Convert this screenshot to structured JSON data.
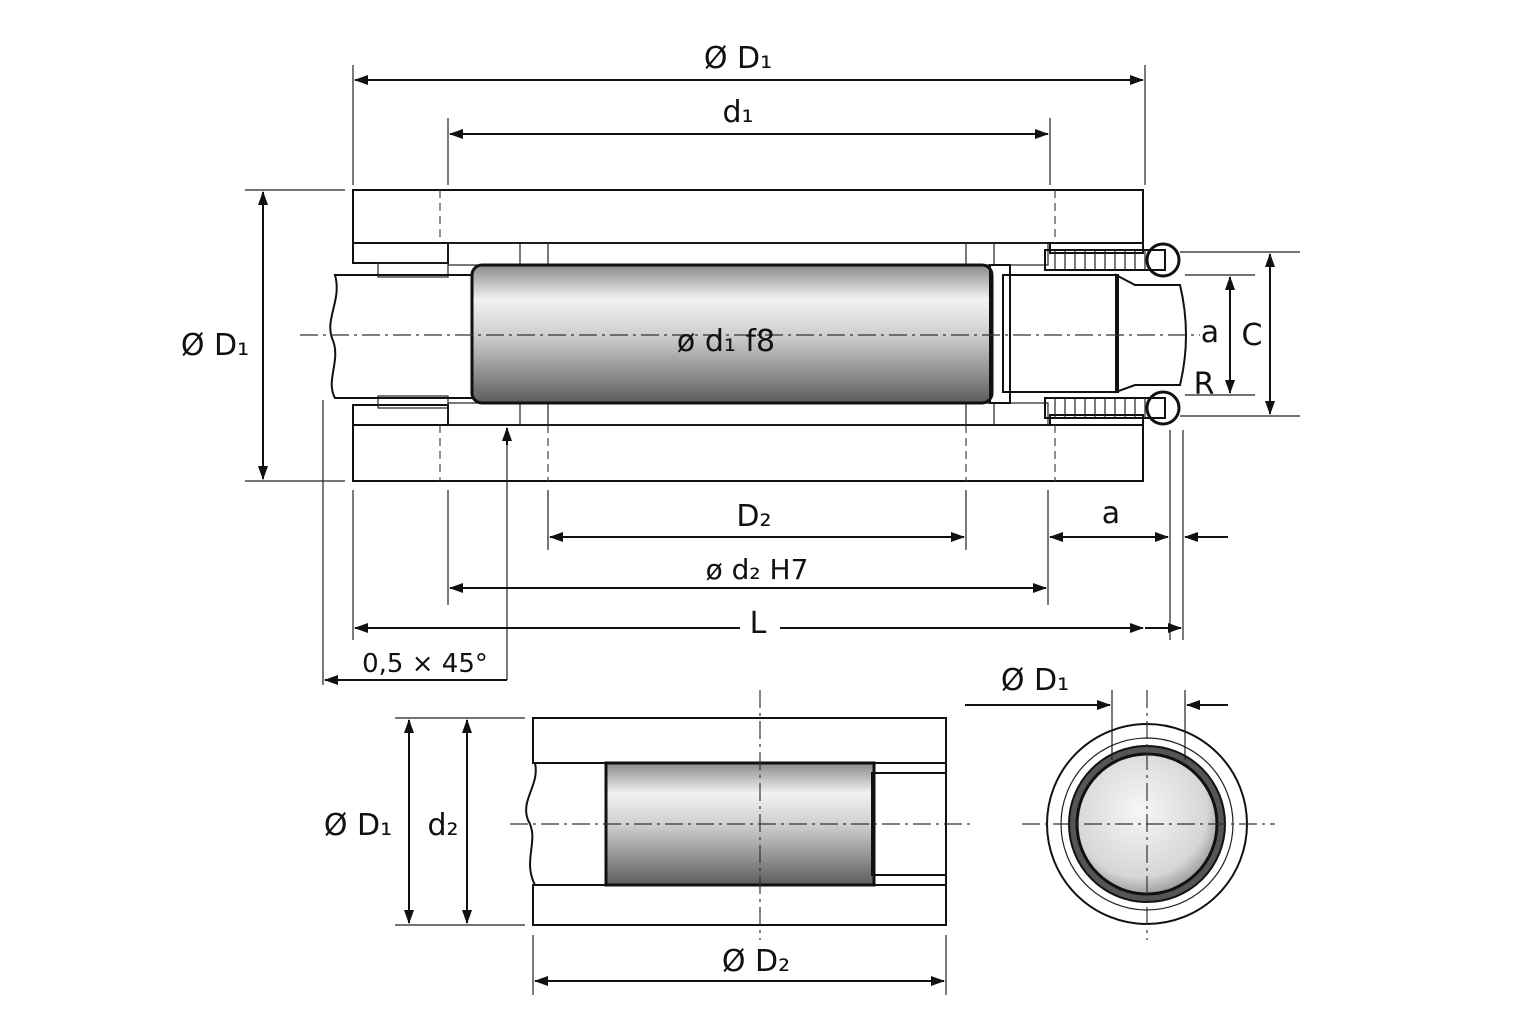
{
  "labels": {
    "top_outer_diameter": "Ø D₁",
    "top_d1": "d₁",
    "left_outer_diameter": "Ø D₁",
    "shaft_fit": "ø d₁ f8",
    "right_a": "a",
    "right_c": "C",
    "right_r": "R",
    "bottom_D2": "D₂",
    "bottom_a": "a",
    "bore_fit": "ø d₂ H7",
    "length_L": "L",
    "chamfer": "0,5 × 45°",
    "lower_left_D1": "Ø D₁",
    "lower_left_d2": "d₂",
    "lower_bottom_D2": "Ø D₂",
    "end_view_D1": "Ø D₁"
  }
}
